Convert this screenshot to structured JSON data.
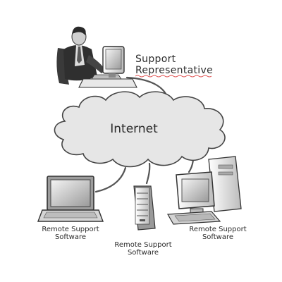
{
  "support": {
    "label_line1": "Support",
    "label_line2": "Representative"
  },
  "cloud": {
    "label": "Internet"
  },
  "nodes": {
    "laptop": {
      "label_line1": "Remote Support",
      "label_line2": "Software"
    },
    "server": {
      "label_line1": "Remote Support",
      "label_line2": "Software"
    },
    "desktop": {
      "label_line1": "Remote Support",
      "label_line2": "Software"
    }
  },
  "icons": [
    "support-person-icon",
    "cloud-icon",
    "laptop-icon",
    "server-tower-icon",
    "desktop-computer-icon"
  ]
}
